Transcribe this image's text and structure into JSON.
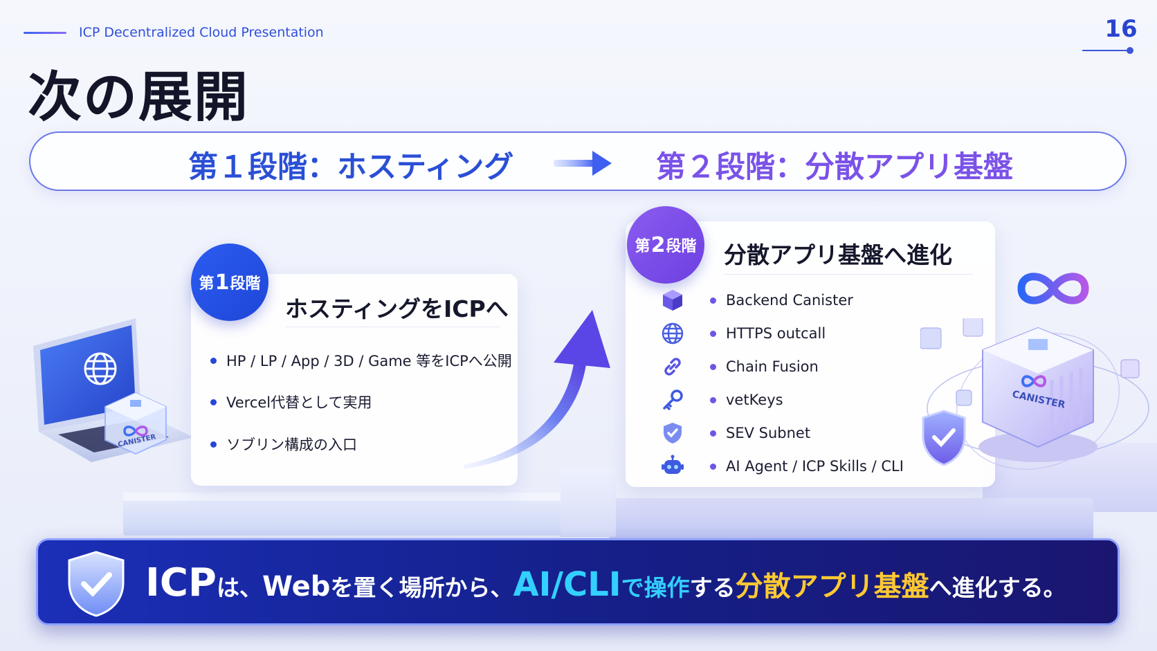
{
  "header": {
    "subtitle": "ICP Decentralized Cloud Presentation",
    "page_number": "16",
    "title": "次の展開"
  },
  "banner": {
    "phase1": "第１段階：ホスティング",
    "phase2": "第２段階：分散アプリ基盤"
  },
  "stage1": {
    "badge_prefix": "第",
    "badge_number": "1",
    "badge_suffix": "段階",
    "title": "ホスティングをICPへ",
    "bullets": [
      "HP / LP / App / 3D / Game 等をICPへ公開",
      "Vercel代替として実用",
      "ソブリン構成の入口"
    ]
  },
  "stage2": {
    "badge_prefix": "第",
    "badge_number": "2",
    "badge_suffix": "段階",
    "title": "分散アプリ基盤へ進化",
    "items": [
      {
        "icon": "cube-icon",
        "label": "Backend Canister"
      },
      {
        "icon": "globe-icon",
        "label": "HTTPS outcall"
      },
      {
        "icon": "chain-link-icon",
        "label": "Chain Fusion"
      },
      {
        "icon": "key-icon",
        "label": "vetKeys"
      },
      {
        "icon": "shield-check-icon",
        "label": "SEV Subnet"
      },
      {
        "icon": "robot-icon",
        "label": "AI Agent / ICP Skills / CLI"
      }
    ]
  },
  "illustration": {
    "canister_label": "CANISTER"
  },
  "bottom": {
    "part1": "ICP",
    "part2": "は、",
    "part3": "Web",
    "part4": "を置く場所から、",
    "part5": "AI/CLI",
    "part6": "で操作",
    "part7": "する",
    "part8": "分散アプリ基盤",
    "part9": "へ進化する。"
  },
  "colors": {
    "primary_blue": "#2a4fd6",
    "accent_purple": "#7a52e8",
    "bottom_bar": "#15208a",
    "highlight_cyan": "#33d0ff",
    "highlight_gold": "#ffc933"
  }
}
